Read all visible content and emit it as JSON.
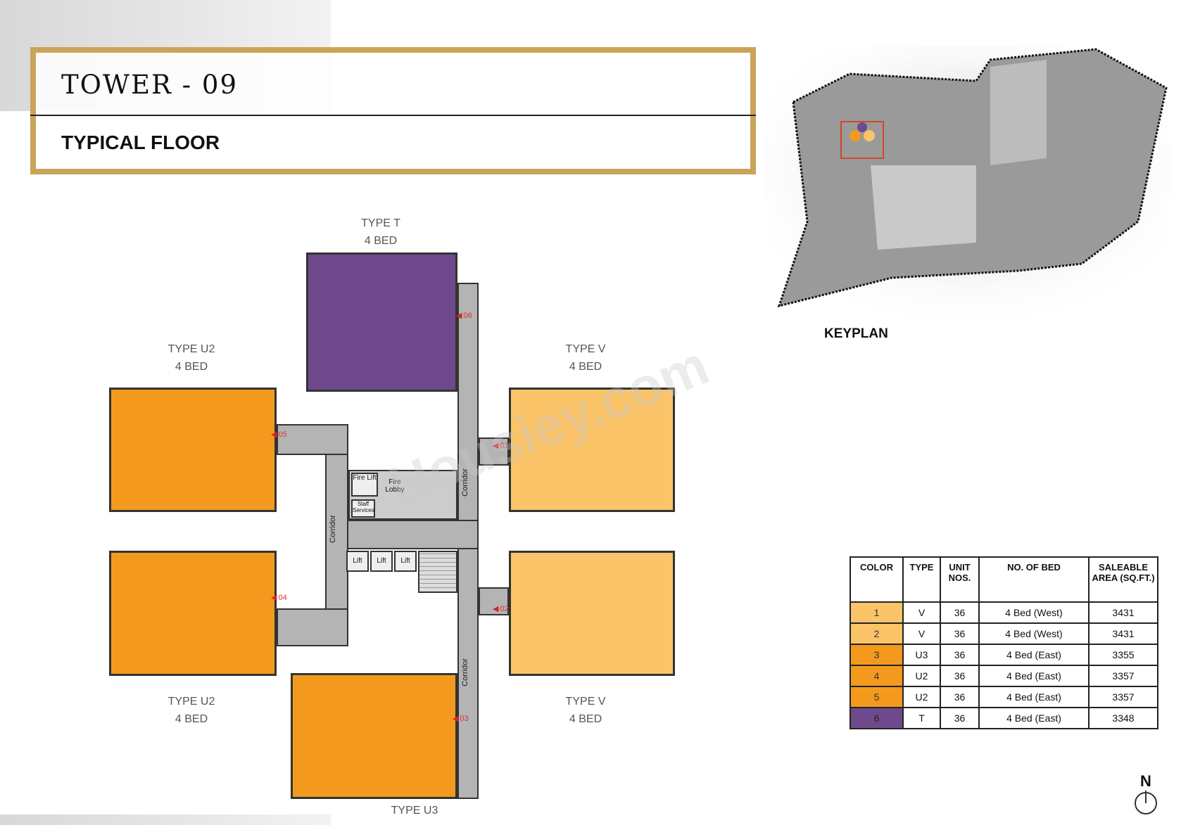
{
  "header": {
    "title": "TOWER - 09",
    "subtitle": "TYPICAL FLOOR"
  },
  "keyplan": {
    "label": "KEYPLAN"
  },
  "colors": {
    "gold": "#c9a559",
    "purple": "#6e4a8c",
    "orange": "#f39a1e",
    "light_orange": "#fbc469",
    "corridor": "#b4b4b4"
  },
  "plan": {
    "units": [
      {
        "type": "TYPE T",
        "beds": "4 BED",
        "no": "06"
      },
      {
        "type": "TYPE U2",
        "beds": "4 BED",
        "no": "05"
      },
      {
        "type": "TYPE V",
        "beds": "4 BED",
        "no": "01"
      },
      {
        "type": "TYPE U2",
        "beds": "4 BED",
        "no": "04"
      },
      {
        "type": "TYPE V",
        "beds": "4 BED",
        "no": "02"
      },
      {
        "type": "TYPE U3",
        "beds": "",
        "no": "03"
      }
    ],
    "core": {
      "corridor": "Corridor",
      "lift": "Lift",
      "fire_lift": "Fire Lift",
      "fire_lobby": "Fire Lobby",
      "staff": "Staff Services"
    },
    "watermark": "Housiey.com"
  },
  "table": {
    "headers": [
      "COLOR",
      "TYPE",
      "UNIT NOS.",
      "NO. OF BED",
      "SALEABLE AREA (SQ.FT.)"
    ],
    "rows": [
      {
        "color": "1",
        "type": "V",
        "units": "36",
        "bed": "4 Bed (West)",
        "area": "3431",
        "swatch": "#fbc469"
      },
      {
        "color": "2",
        "type": "V",
        "units": "36",
        "bed": "4 Bed (West)",
        "area": "3431",
        "swatch": "#fbc469"
      },
      {
        "color": "3",
        "type": "U3",
        "units": "36",
        "bed": "4 Bed (East)",
        "area": "3355",
        "swatch": "#f39a1e"
      },
      {
        "color": "4",
        "type": "U2",
        "units": "36",
        "bed": "4 Bed (East)",
        "area": "3357",
        "swatch": "#f39a1e"
      },
      {
        "color": "5",
        "type": "U2",
        "units": "36",
        "bed": "4 Bed (East)",
        "area": "3357",
        "swatch": "#f39a1e"
      },
      {
        "color": "6",
        "type": "T",
        "units": "36",
        "bed": "4 Bed (East)",
        "area": "3348",
        "swatch": "#6e4a8c"
      }
    ]
  },
  "north": "N"
}
